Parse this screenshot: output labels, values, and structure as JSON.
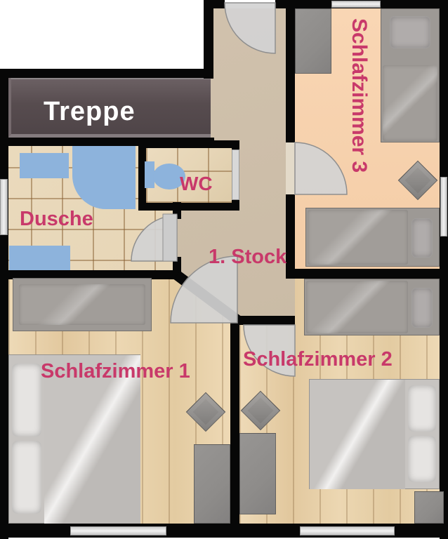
{
  "floor": {
    "label": "1. Stock"
  },
  "rooms": {
    "treppe": {
      "label": "Treppe"
    },
    "dusche": {
      "label": "Dusche"
    },
    "wc": {
      "label": "WC"
    },
    "schlafzimmer1": {
      "label": "Schlafzimmer 1"
    },
    "schlafzimmer2": {
      "label": "Schlafzimmer 2"
    },
    "schlafzimmer3": {
      "label": "Schlafzimmer 3"
    }
  },
  "theme": {
    "label_color": "#c8396a",
    "treppe_label_color": "#ffffff",
    "wall_color": "#070707",
    "hall_floor": "#cbbca7",
    "room3_floor": "#f9d6b4",
    "tile_floor": "#e6d5b6",
    "fixture_blue": "#8db3dc",
    "furniture_gray": "#8e8c8a",
    "treppe_fill": "#574c4f",
    "door_fill": "#d3d3d3"
  }
}
